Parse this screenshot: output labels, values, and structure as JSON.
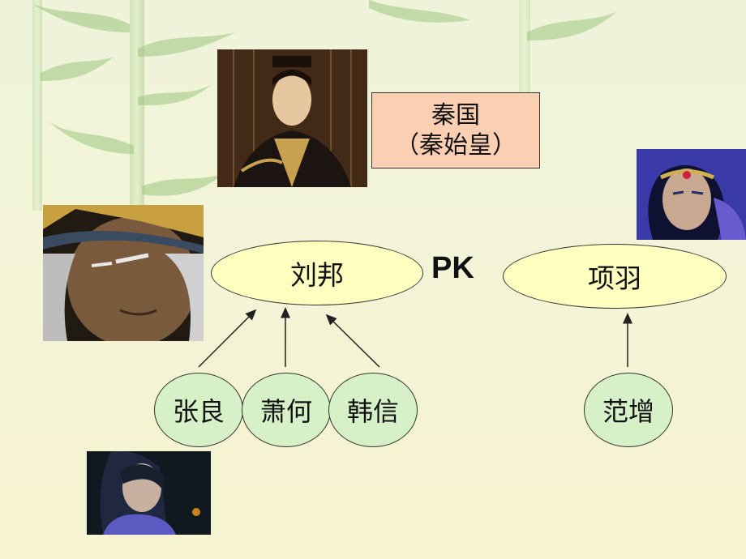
{
  "qin_box": {
    "line1": "秦国",
    "line2": "（秦始皇）"
  },
  "liu_bang": "刘邦",
  "xiang_yu": "项羽",
  "versus": "PK",
  "advisors_liu": [
    "张良",
    "萧何",
    "韩信"
  ],
  "advisors_xiang": [
    "范增"
  ],
  "colors": {
    "box_fill": "#fbd0b2",
    "ellipse_fill": "#ffffc0",
    "circle_fill": "#d6f0c8"
  },
  "portraits": [
    "emperor-portrait",
    "elder-portrait",
    "warrior-portrait",
    "swordsman-portrait"
  ]
}
